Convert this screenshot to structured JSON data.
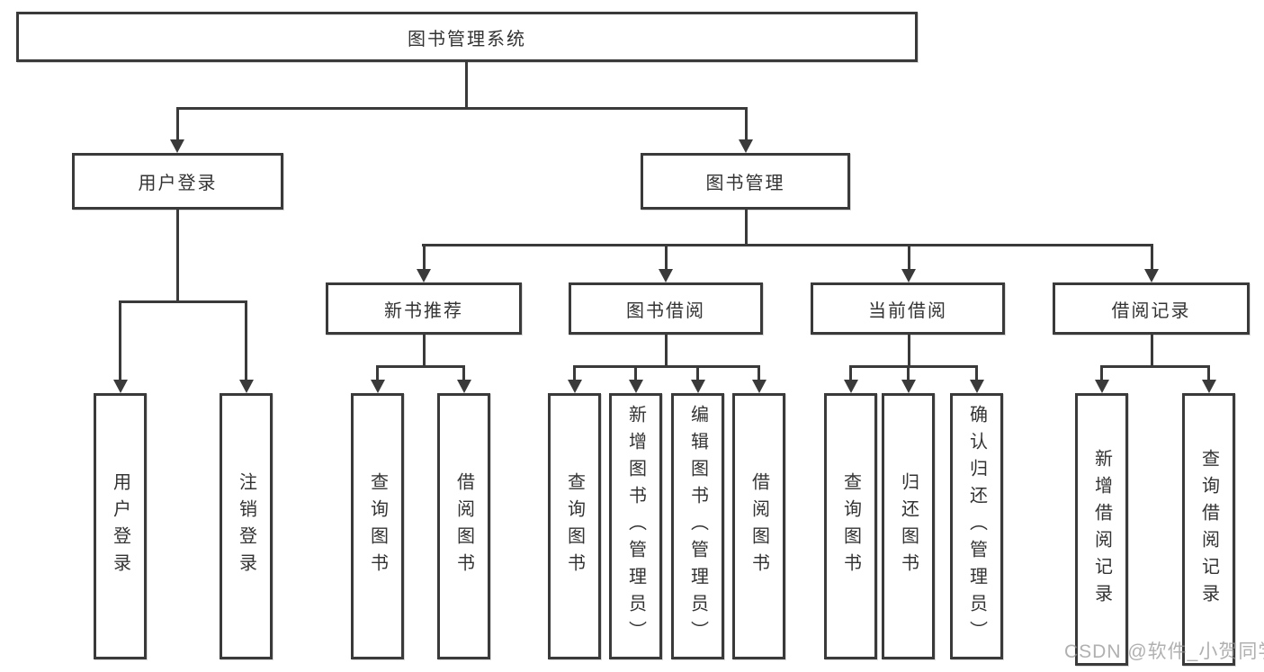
{
  "diagram": {
    "root": "图书管理系统",
    "level2": {
      "user_login": "用户登录",
      "book_mgmt": "图书管理"
    },
    "level3": {
      "new_book_rec": "新书推荐",
      "book_borrow": "图书借阅",
      "current_borrow": "当前借阅",
      "borrow_record": "借阅记录"
    },
    "leaves": {
      "user_login": "用户登录",
      "logout": "注销登录",
      "query_book_1": "查询图书",
      "borrow_book_1": "借阅图书",
      "query_book_2": "查询图书",
      "add_book": "新增图书（管理员）",
      "edit_book": "编辑图书（管理员）",
      "borrow_book_2": "借阅图书",
      "query_book_3": "查询图书",
      "return_book": "归还图书",
      "confirm_return": "确认归还（管理员）",
      "add_borrow_record": "新增借阅记录",
      "query_borrow_record": "查询借阅记录"
    },
    "watermark": "CSDN @软件_小贺同学",
    "colors": {
      "line": "#3a3a3a",
      "text": "#333333",
      "watermark": "#969696",
      "background": "#ffffff"
    }
  }
}
